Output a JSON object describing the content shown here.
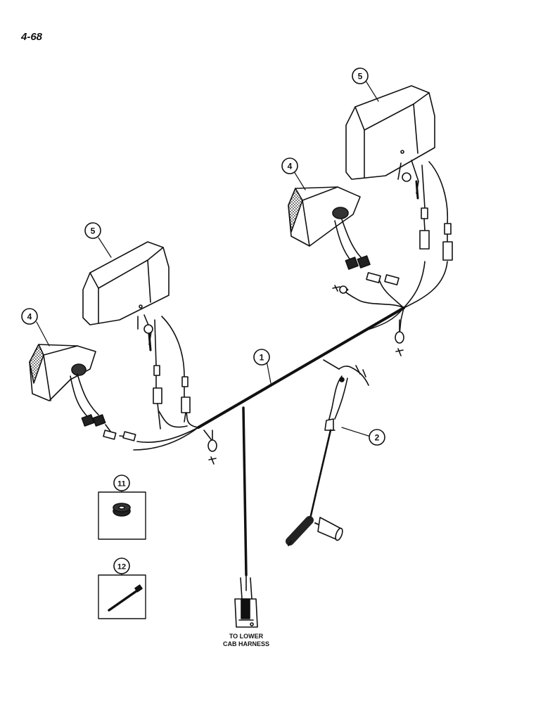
{
  "page_number": "4-68",
  "callouts": {
    "harness": "1",
    "switch": "2",
    "work_lamp_left": "4",
    "work_lamp_right": "4",
    "flood_lamp_left": "5",
    "flood_lamp_right": "5",
    "grommet": "11",
    "cable_tie": "12"
  },
  "caption": {
    "line1": "TO LOWER",
    "line2": "CAB HARNESS"
  },
  "colors": {
    "ink": "#111111",
    "paper": "#ffffff"
  }
}
